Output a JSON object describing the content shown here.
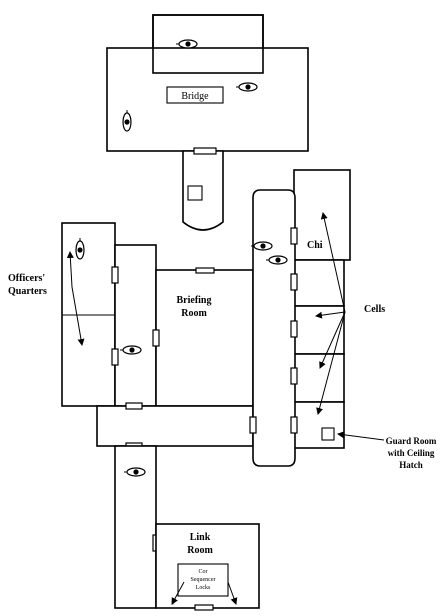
{
  "labels": {
    "bridge": "Bridge",
    "chi": "Chi",
    "cells": "Cells",
    "officers_line1": "Officers'",
    "officers_line2": "Quarters",
    "briefing_line1": "Briefing",
    "briefing_line2": "Room",
    "guard_line1": "Guard Room",
    "guard_line2": "with Ceiling",
    "guard_line3": "Hatch",
    "link_line1": "Link",
    "link_line2": "Room",
    "locks_line1": "Cor",
    "locks_line2": "Sequencer",
    "locks_line3": "Locks"
  },
  "icons": {
    "camera": "security-camera-eye-icon",
    "arrow": "pointer-arrow"
  },
  "colors": {
    "line": "#000000",
    "background": "#ffffff"
  }
}
